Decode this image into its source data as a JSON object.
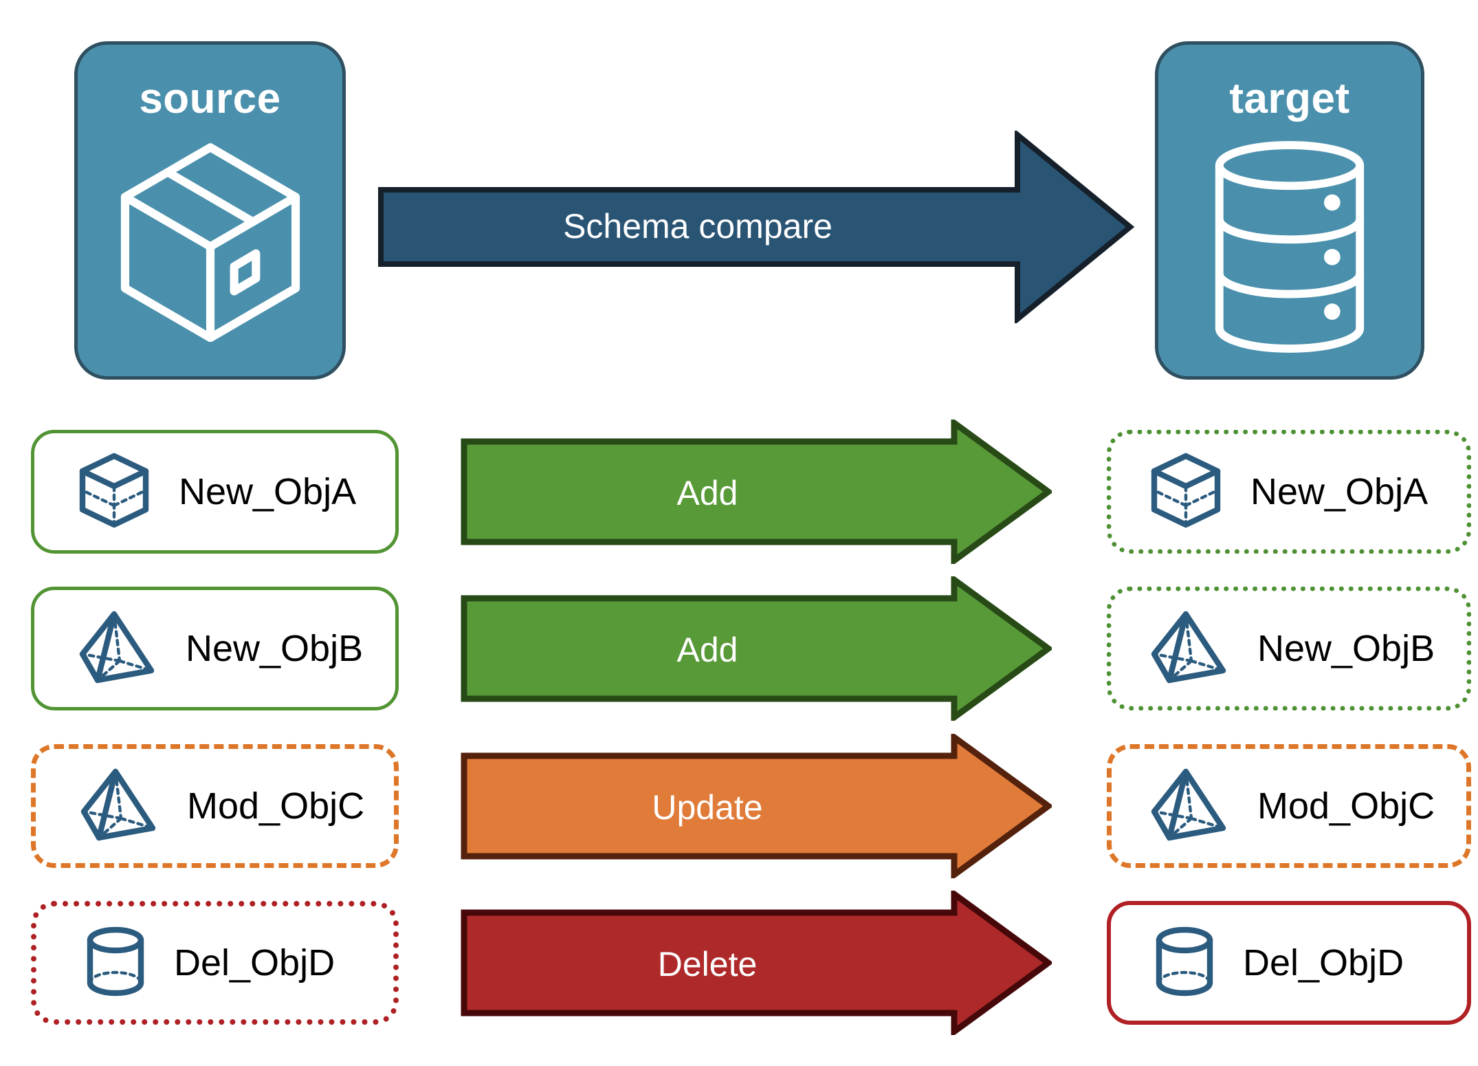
{
  "diagram": {
    "title": "Schema compare between source and target",
    "background": "#FFFFFF"
  },
  "endpoints": [
    {
      "id": "source",
      "label": "source",
      "icon": "package-box-icon",
      "fill": "#4A90AC",
      "border": "#2F5061"
    },
    {
      "id": "target",
      "label": "target",
      "icon": "database-cylinder-icon",
      "fill": "#4A90AC",
      "border": "#2F5061"
    }
  ],
  "main_arrow": {
    "label": "Schema compare",
    "fill": "#2A5474",
    "stroke": "#15202B",
    "text_color": "#FFFFFF"
  },
  "rows": [
    {
      "action": "Add",
      "arrow_fill": "#589A38",
      "arrow_stroke": "#274A16",
      "arrow_text_color": "#FFFFFF",
      "source": {
        "label": "New_ObjA",
        "icon": "cube-wireframe-icon",
        "border_style": "solid",
        "border_color": "#529433"
      },
      "target": {
        "label": "New_ObjA",
        "icon": "cube-wireframe-icon",
        "border_style": "dotted",
        "border_color": "#4E9133"
      }
    },
    {
      "action": "Add",
      "arrow_fill": "#589A38",
      "arrow_stroke": "#274A16",
      "arrow_text_color": "#FFFFFF",
      "source": {
        "label": "New_ObjB",
        "icon": "pyramid-wireframe-icon",
        "border_style": "solid",
        "border_color": "#529433"
      },
      "target": {
        "label": "New_ObjB",
        "icon": "pyramid-wireframe-icon",
        "border_style": "dotted",
        "border_color": "#4E9133"
      }
    },
    {
      "action": "Update",
      "arrow_fill": "#E07B39",
      "arrow_stroke": "#54210C",
      "arrow_text_color": "#FFFFFF",
      "source": {
        "label": "Mod_ObjC",
        "icon": "pyramid-wireframe-icon",
        "border_style": "dashed",
        "border_color": "#DD7628"
      },
      "target": {
        "label": "Mod_ObjC",
        "icon": "pyramid-wireframe-icon",
        "border_style": "dashed",
        "border_color": "#DD7628"
      }
    },
    {
      "action": "Delete",
      "arrow_fill": "#AE2A2A",
      "arrow_stroke": "#47080A",
      "arrow_text_color": "#FFFFFF",
      "source": {
        "label": "Del_ObjD",
        "icon": "cylinder-wireframe-icon",
        "border_style": "dotted",
        "border_color": "#AE2023"
      },
      "target": {
        "label": "Del_ObjD",
        "icon": "cylinder-wireframe-icon",
        "border_style": "solid",
        "border_color": "#B02024"
      }
    }
  ],
  "palette": {
    "object_icon_stroke": "#2B5B7E",
    "text_black": "#000000",
    "white": "#FFFFFF"
  }
}
